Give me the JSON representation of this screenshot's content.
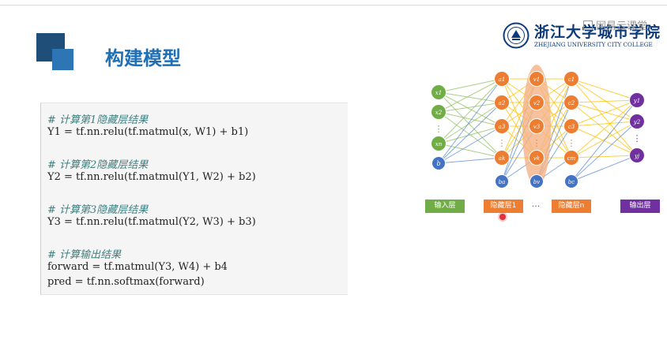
{
  "slide": {
    "title": "构建模型",
    "institution": {
      "name_cn": "浙江大学城市学院",
      "name_en": "ZHEJIANG UNIVERSITY CITY COLLEGE"
    },
    "watermark": "网易云课堂"
  },
  "code": [
    "# 计算第1隐藏层结果",
    "Y1 = tf.nn.relu(tf.matmul(x, W1) + b1)",
    "",
    "# 计算第2隐藏层结果",
    "Y2 = tf.nn.relu(tf.matmul(Y1, W2) + b2)",
    "",
    "# 计算第3隐藏层结果",
    "Y3 = tf.nn.relu(tf.matmul(Y2, W3) + b3)",
    "",
    "# 计算输出结果",
    "forward = tf.matmul(Y3, W4) + b4",
    "pred = tf.nn.softmax(forward)"
  ],
  "diagram": {
    "labels": {
      "input": "输入层",
      "hidden1": "隐藏层1",
      "dots": "···",
      "hiddenN": "隐藏层n",
      "output": "输出层"
    },
    "input_nodes": [
      "x1",
      "x2",
      "⋮",
      "xn",
      "b"
    ],
    "hidden_a": [
      "a1",
      "a2",
      "a3",
      "⋮",
      "ak",
      "ba"
    ],
    "hidden_v": [
      "v1",
      "v2",
      "v3",
      "⋮",
      "vk",
      "bv"
    ],
    "hidden_c": [
      "c1",
      "c2",
      "c3",
      "⋮",
      "cm",
      "bc"
    ],
    "output_nodes": [
      "y1",
      "y2",
      "⋮",
      "yj"
    ],
    "colors": {
      "input": "#70ad47",
      "bias": "#4472c4",
      "hidden": "#ed7d31",
      "output": "#7030a0",
      "title": "#1f6fb5",
      "logo_dark": "#1f4e79",
      "logo_light": "#2e75b6"
    }
  }
}
